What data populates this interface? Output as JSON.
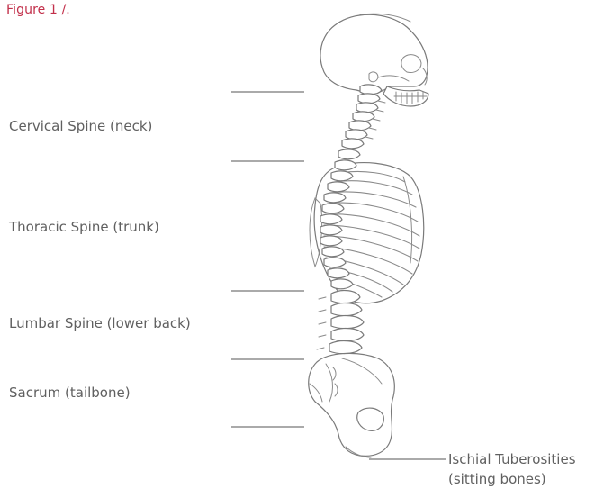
{
  "figure_title": "Figure 1 /.",
  "regions": [
    {
      "label": "Cervical Spine (neck)"
    },
    {
      "label": "Thoracic Spine (trunk)"
    },
    {
      "label": "Lumbar Spine (lower back)"
    },
    {
      "label": "Sacrum (tailbone)"
    }
  ],
  "ischial": {
    "line1": "Ischial Tuberosities",
    "line2": "(sitting bones)"
  },
  "colors": {
    "title": "#c22f4a",
    "label_text": "#606060",
    "lines": "#555555"
  }
}
